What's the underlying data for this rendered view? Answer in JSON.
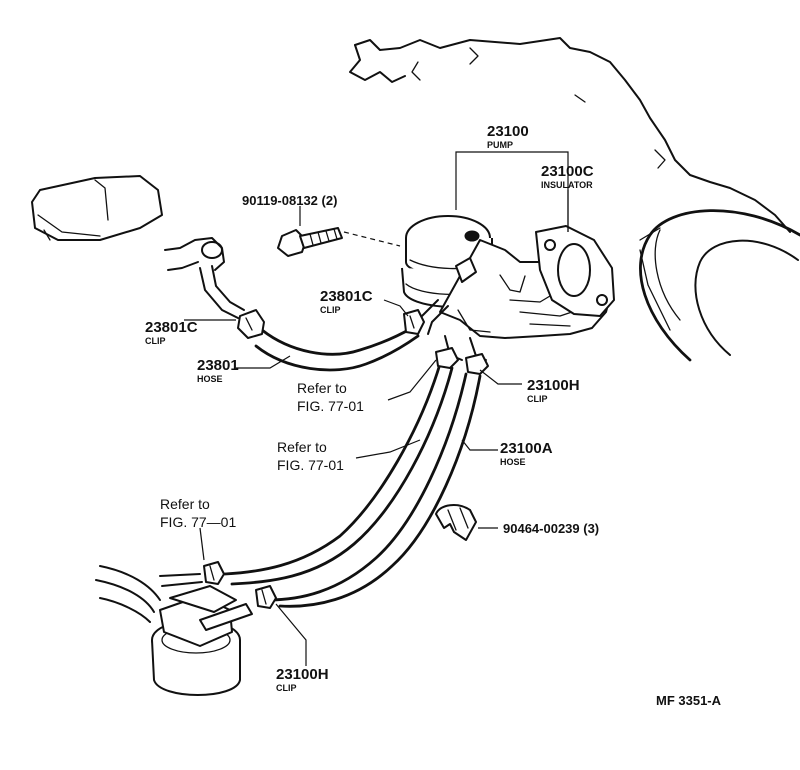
{
  "parts": {
    "pump": {
      "number": "23100",
      "name": "PUMP"
    },
    "insulator": {
      "number": "23100C",
      "name": "INSULATOR"
    },
    "bolt": {
      "number": "90119-08132 (2)"
    },
    "clip_upper_right": {
      "number": "23801C",
      "name": "CLIP"
    },
    "clip_upper_left": {
      "number": "23801C",
      "name": "CLIP"
    },
    "hose_upper": {
      "number": "23801",
      "name": "HOSE"
    },
    "clip_pump_outlet": {
      "number": "23100H",
      "name": "CLIP"
    },
    "hose_lower": {
      "number": "23100A",
      "name": "HOSE"
    },
    "clamp_part": {
      "number": "90464-00239 (3)"
    },
    "clip_filter": {
      "number": "23100H",
      "name": "CLIP"
    }
  },
  "references": {
    "ref_1": {
      "line1": "Refer to",
      "line2": "FIG. 77-01"
    },
    "ref_2": {
      "line1": "Refer to",
      "line2": "FIG. 77-01"
    },
    "ref_3": {
      "line1": "Refer to",
      "line2": "FIG. 77—01"
    }
  },
  "figure_code": "MF 3351-A"
}
